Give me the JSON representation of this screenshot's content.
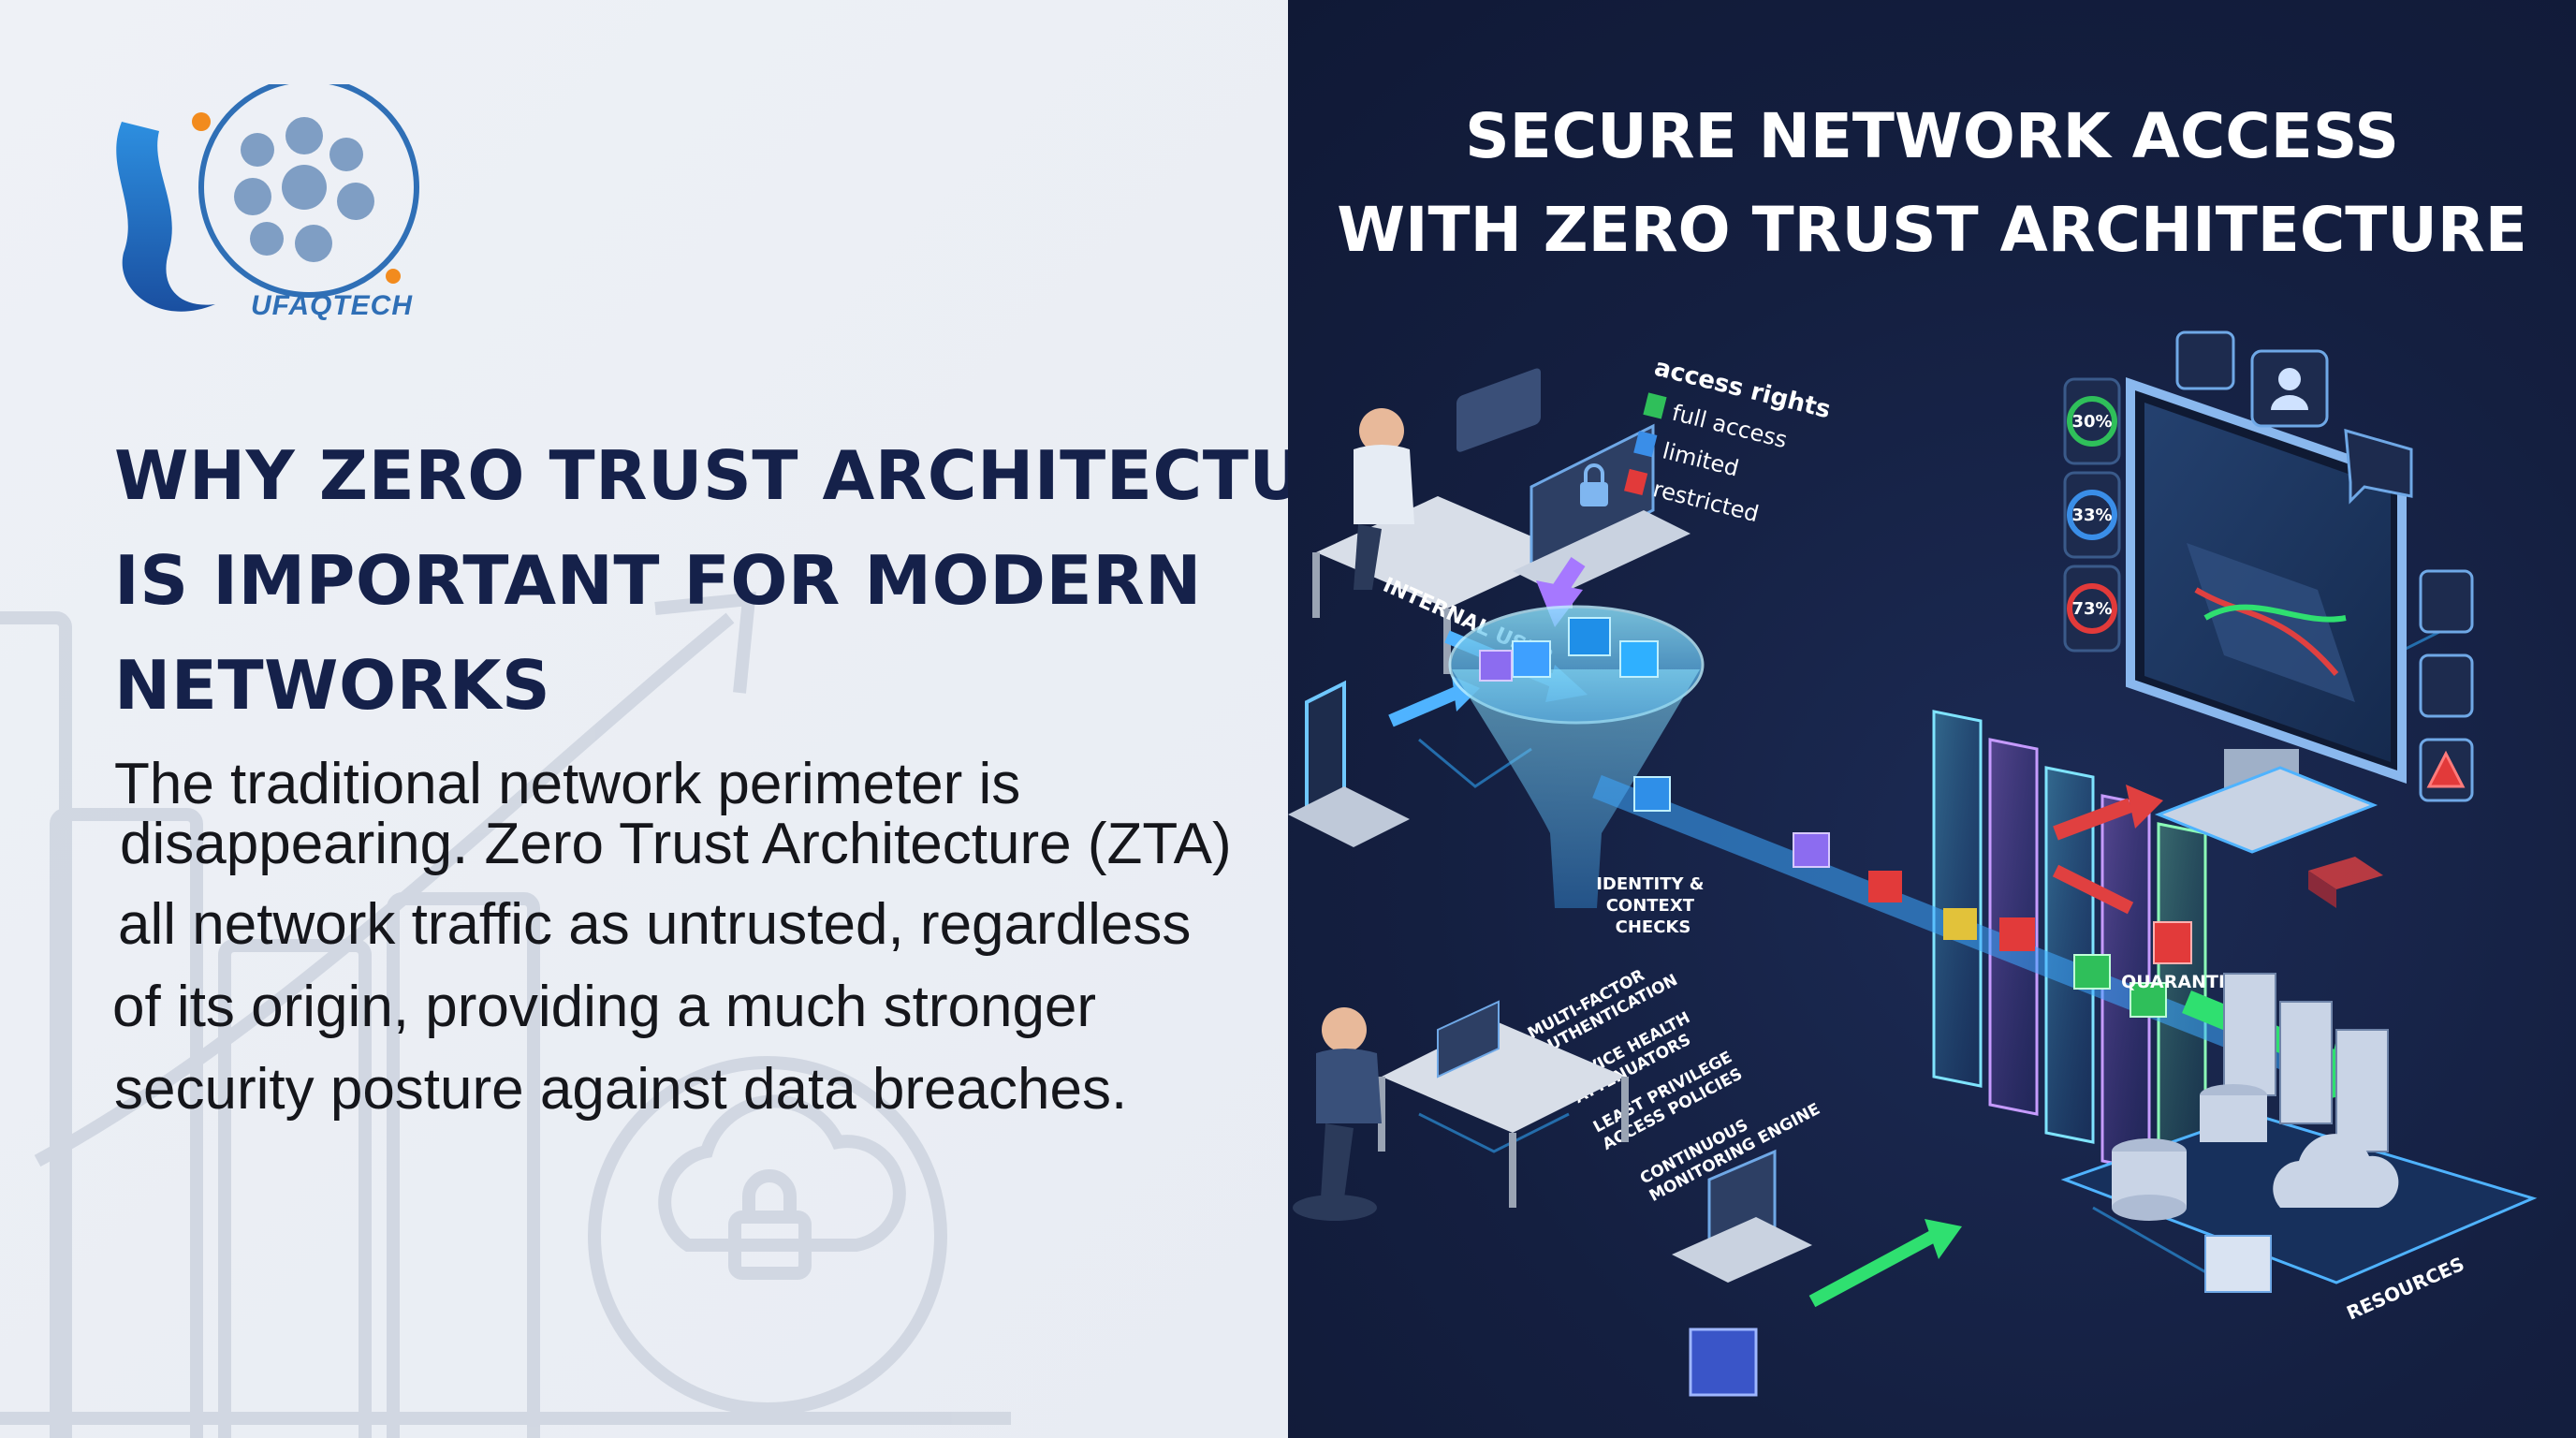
{
  "brand": {
    "name": "UFAQTECH"
  },
  "left": {
    "headline": [
      "WHY ZERO TRUST ARCHITECTURE",
      "IS IMPORTANT FOR MODERN",
      "NETWORKS"
    ],
    "body": [
      "The traditional network perimeter is",
      "disappearing. Zero Trust Architecture (ZTA)",
      "all network traffic as untrusted, regardless",
      "of its origin, providing a much stronger",
      "security posture against data breaches."
    ]
  },
  "right": {
    "title": [
      "SECURE NETWORK ACCESS",
      "WITH ZERO TRUST ARCHITECTURE"
    ],
    "legend": {
      "title": "access rights",
      "items": [
        {
          "label": "full access",
          "color": "#2fbf5a"
        },
        {
          "label": "limited",
          "color": "#3a8ee8"
        },
        {
          "label": "restricted",
          "color": "#e23a3a"
        }
      ]
    },
    "gauges": [
      "30%",
      "33%",
      "73%"
    ],
    "labels": {
      "internal_user": "INTERNAL USER",
      "identity_checks": [
        "IDENTITY &",
        "CONTEXT",
        "CHECKS"
      ],
      "mfa": [
        "MULTI-FACTOR",
        "AUTHENTICATION"
      ],
      "device_health": [
        "DEVICE HEALTH",
        "ATTENUATORS"
      ],
      "least_privilege": [
        "LEAST PRIVILEGE",
        "ACCESS POLICIES"
      ],
      "monitoring": [
        "CONTINUOUS",
        "MONITORING ENGINE"
      ],
      "quarantine": "QUARANTINE",
      "resources": "RESOURCES"
    }
  }
}
